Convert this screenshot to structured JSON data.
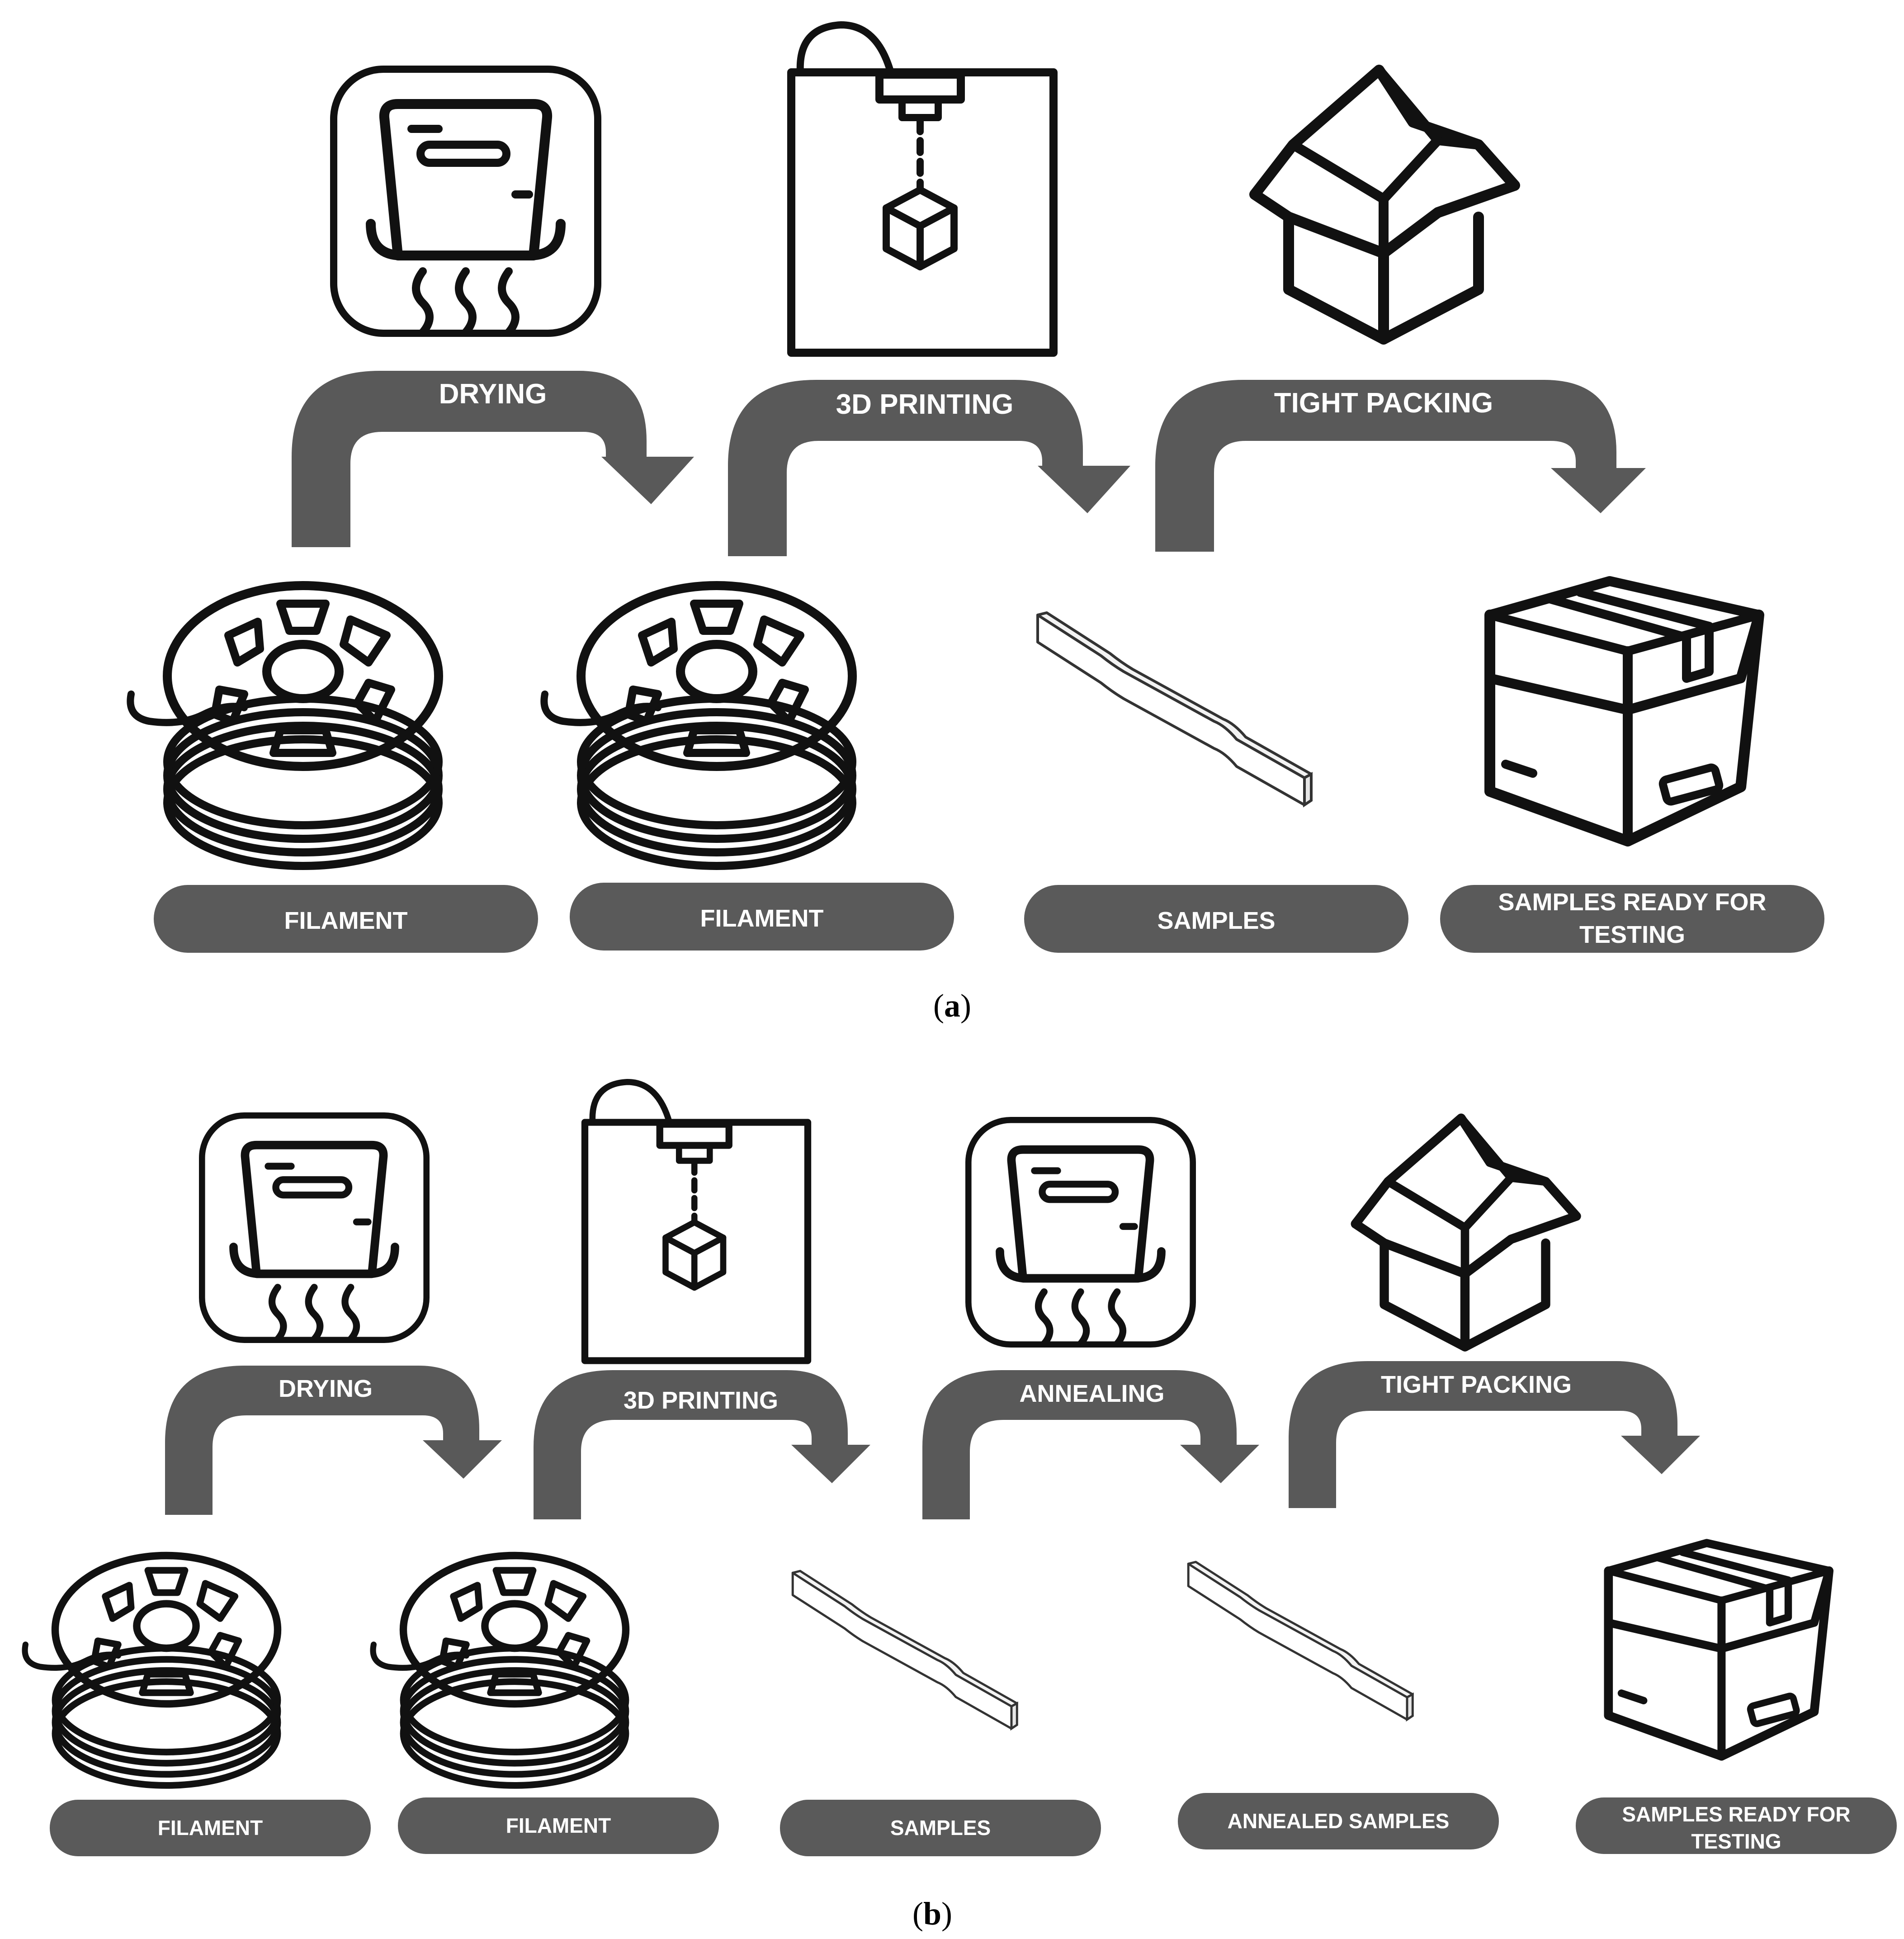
{
  "panel_a": {
    "steps": [
      "DRYING",
      "3D PRINTING",
      "TIGHT PACKING"
    ],
    "labels": [
      "FILAMENT",
      "FILAMENT",
      "SAMPLES",
      "SAMPLES READY FOR",
      "TESTING"
    ],
    "caption_open": "(",
    "caption_letter": "a",
    "caption_close": ")"
  },
  "panel_b": {
    "steps": [
      "DRYING",
      "3D PRINTING",
      "ANNEALING",
      "TIGHT PACKING"
    ],
    "labels": [
      "FILAMENT",
      "FILAMENT",
      "SAMPLES",
      "ANNEALED SAMPLES",
      "SAMPLES READY FOR",
      "TESTING"
    ],
    "caption_open": "(",
    "caption_letter": "b",
    "caption_close": ")"
  },
  "icons": [
    "dryer-icon",
    "3d-printer-icon",
    "open-box-icon",
    "filament-spool-icon",
    "specimen-icon",
    "closed-box-icon"
  ],
  "colors": {
    "arrow": "#595959",
    "label_bg": "#5a5a5a",
    "label_text": "#ffffff",
    "ink": "#111111"
  }
}
